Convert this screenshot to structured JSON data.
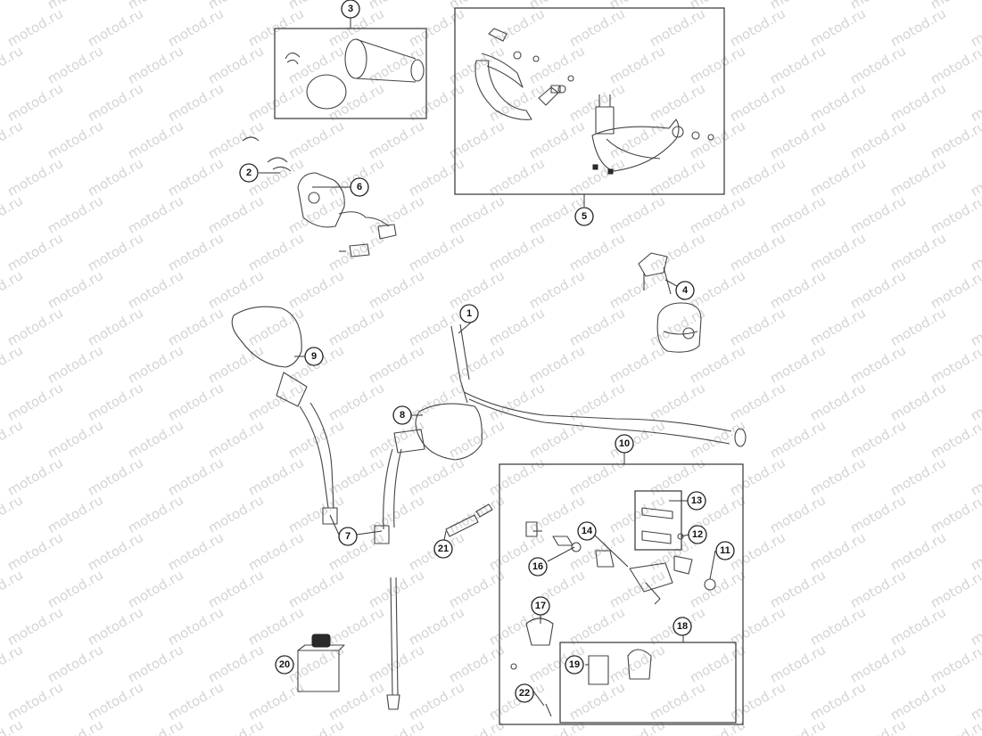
{
  "watermark": "motod.ru",
  "callouts": [
    "1",
    "2",
    "3",
    "4",
    "5",
    "6",
    "7",
    "8",
    "9",
    "10",
    "11",
    "12",
    "13",
    "14",
    "16",
    "17",
    "18",
    "19",
    "20",
    "21",
    "22"
  ],
  "colors": {
    "line": "#222222",
    "part": "#555555",
    "watermark": "#d4d4d4"
  }
}
